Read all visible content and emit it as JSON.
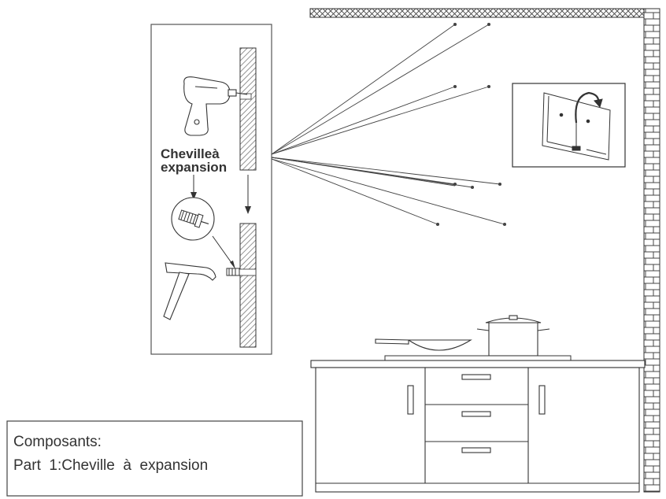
{
  "inset_label": {
    "line1": "Chevilleà",
    "line2": "expansion"
  },
  "components_box": {
    "title": "Composants:",
    "part": "Part  1:Cheville  à  expansion"
  },
  "icons": [
    "drill-icon",
    "hammer-icon",
    "anchor-bolt-icon",
    "tv-bracket-icon",
    "pot-icon",
    "wok-icon"
  ],
  "colors": {
    "line": "#333333",
    "hatch": "#666666"
  }
}
